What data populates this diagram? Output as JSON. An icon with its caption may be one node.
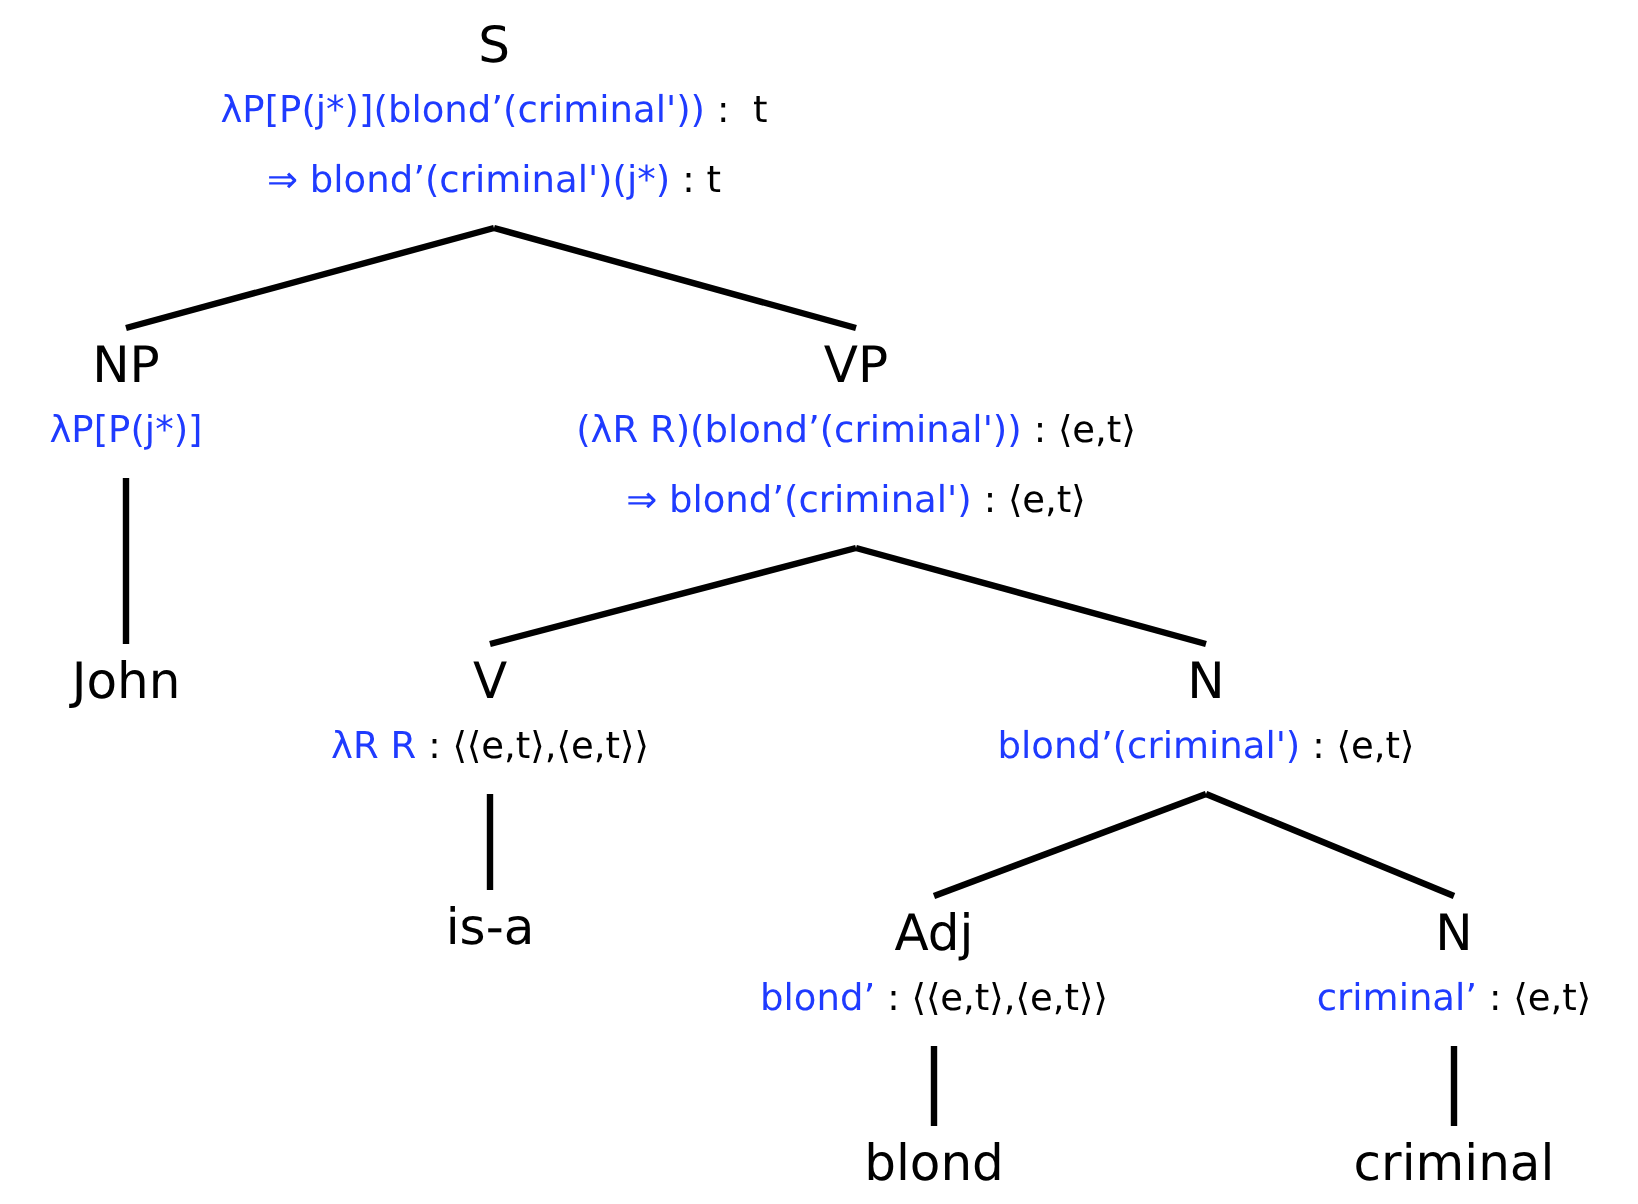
{
  "diagram": {
    "nodes": [
      {
        "text": [
          "S",
          "λP[P(j*)](blond’(criminal'))",
          ":  t",
          "⇒ blond’(criminal')(j*)",
          ": t"
        ]
      },
      {
        "text": [
          "NP",
          "λP[P(j*)]"
        ]
      },
      {
        "text": [
          "VP",
          "(λR R)(blond’(criminal'))",
          ": ⟨e,t⟩",
          "⇒ blond’(criminal')",
          ": ⟨e,t⟩"
        ]
      },
      {
        "text": [
          "John"
        ]
      },
      {
        "text": [
          "V",
          "λR R",
          ": ⟨⟨e,t⟩,⟨e,t⟩⟩"
        ]
      },
      {
        "text": [
          "N",
          "blond’(criminal')",
          ": ⟨e,t⟩"
        ]
      },
      {
        "text": [
          "is-a"
        ]
      },
      {
        "text": [
          "Adj",
          "blond’",
          ": ⟨⟨e,t⟩,⟨e,t⟩⟩"
        ]
      },
      {
        "text": [
          "N",
          "criminal’",
          ": ⟨e,t⟩"
        ]
      },
      {
        "text": [
          "blond"
        ]
      },
      {
        "text": [
          "criminal"
        ]
      }
    ],
    "edges": [
      {
        "from": 0,
        "to": 1,
        "arrow": "none"
      },
      {
        "from": 0,
        "to": 2,
        "arrow": "none"
      },
      {
        "from": 1,
        "to": 3,
        "arrow": "none"
      },
      {
        "from": 2,
        "to": 4,
        "arrow": "none"
      },
      {
        "from": 2,
        "to": 5,
        "arrow": "none"
      },
      {
        "from": 4,
        "to": 6,
        "arrow": "none"
      },
      {
        "from": 5,
        "to": 7,
        "arrow": "none"
      },
      {
        "from": 5,
        "to": 8,
        "arrow": "none"
      },
      {
        "from": 7,
        "to": 9,
        "arrow": "none"
      },
      {
        "from": 8,
        "to": 10,
        "arrow": "none"
      }
    ]
  }
}
